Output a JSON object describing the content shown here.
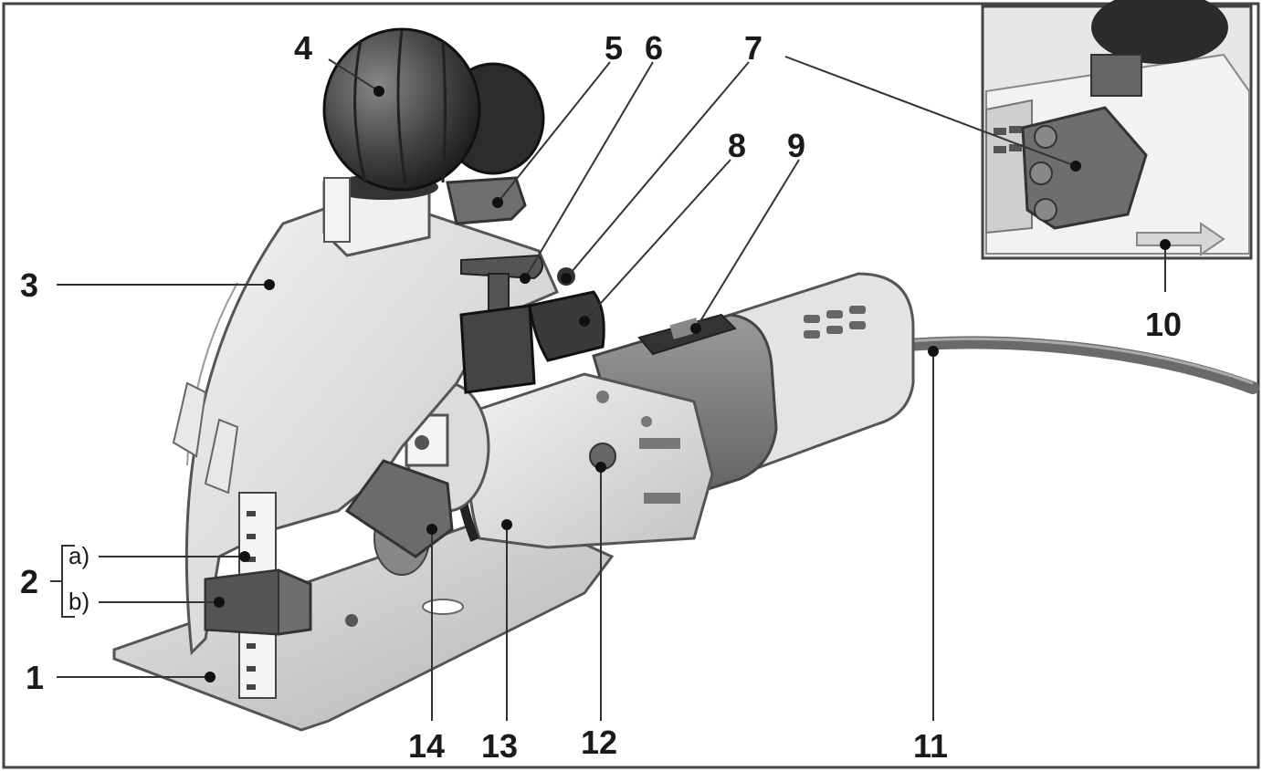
{
  "callouts": {
    "c1": "1",
    "c2": "2",
    "c2a": "a)",
    "c2b": "b)",
    "c3": "3",
    "c4": "4",
    "c5": "5",
    "c6": "6",
    "c7": "7",
    "c8": "8",
    "c9": "9",
    "c10": "10",
    "c11": "11",
    "c12": "12",
    "c13": "13",
    "c14": "14"
  }
}
